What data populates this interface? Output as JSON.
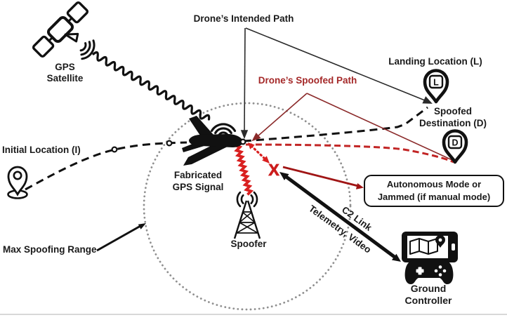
{
  "labels": {
    "gps_satellite": {
      "line1": "GPS",
      "line2": "Satellite"
    },
    "intended_path": "Drone’s Intended Path",
    "spoofed_path": "Drone’s Spoofed Path",
    "landing_location": "Landing Location (L)",
    "landing_pin_letter": "L",
    "spoofed_destination": {
      "line1": "Spoofed",
      "line2": "Destination (D)"
    },
    "destination_pin_letter": "D",
    "initial_location": "Initial Location (I)",
    "fabricated_gps_signal": {
      "line1": "Fabricated",
      "line2": "GPS Signal"
    },
    "spoofer": "Spoofer",
    "max_spoofing_range": "Max Spoofing Range",
    "autonomous_box": {
      "line1": "Autonomous Mode or",
      "line2": "Jammed (if manual mode)"
    },
    "c2_link": "C2 Link",
    "telemetry_video": "Telemetry, Video",
    "ground_controller": {
      "line1": "Ground",
      "line2": "Controller"
    },
    "jam_marker": "X"
  },
  "colors": {
    "ink_black": "#111111",
    "bright_red": "#d92020",
    "dark_red_label": "#a42828",
    "thin_red_line": "#8b2a2a",
    "path_red": "#c22525",
    "arrow_red": "#a01515",
    "range_dots_gray": "#909090"
  }
}
